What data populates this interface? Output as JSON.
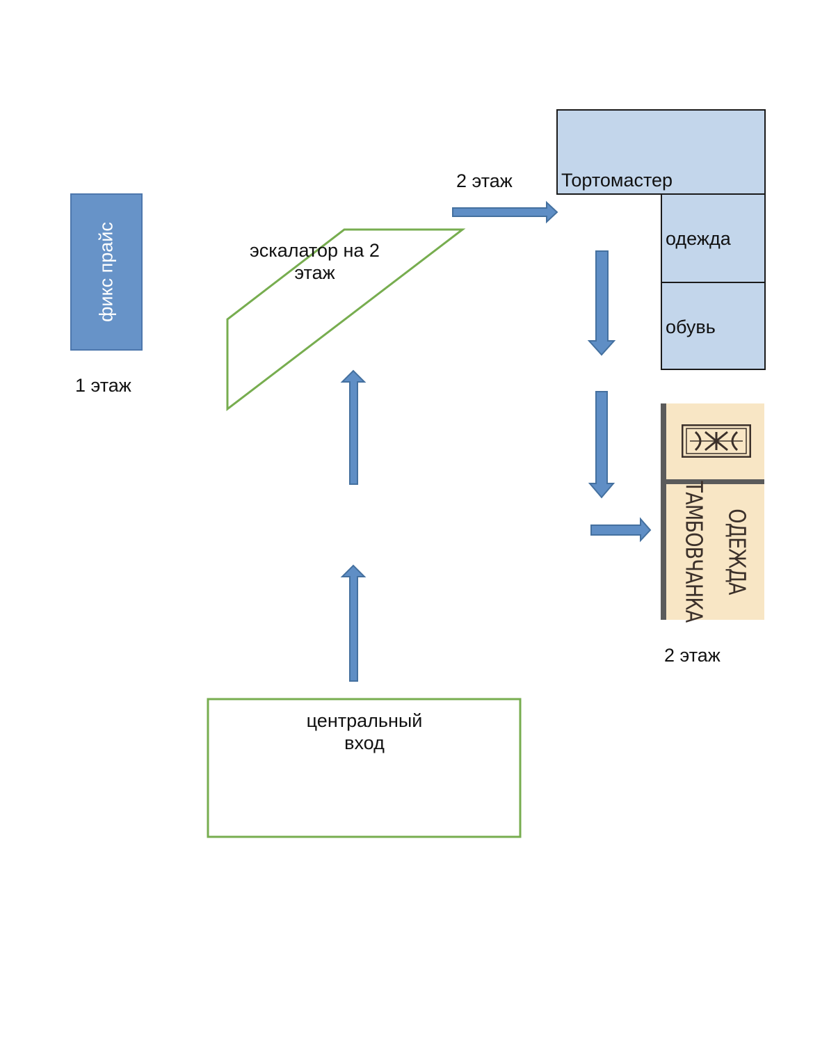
{
  "labels": {
    "fix_price": "фикс прайс",
    "floor_1": "1 этаж",
    "escalator": "эскалатор на 2 этаж",
    "floor_2_top": "2 этаж",
    "tortomaster": "Тортомастер",
    "clothes": "одежда",
    "shoes": "обувь",
    "floor_2_bottom": "2 этаж",
    "central_entrance": "центральный вход"
  },
  "sign": {
    "line_1": "ОДЕЖДА",
    "line_2": "ТАМБОВЧАНКА"
  },
  "colors": {
    "arrow_fill": "#5f8ec5",
    "arrow_stroke": "#44709f",
    "fix_box": "#6793c8",
    "shop_fill": "#c3d6eb",
    "outline_green": "#77ad4f",
    "sign_background": "#f8e6c5",
    "sign_dark": "#5b5b5b"
  }
}
